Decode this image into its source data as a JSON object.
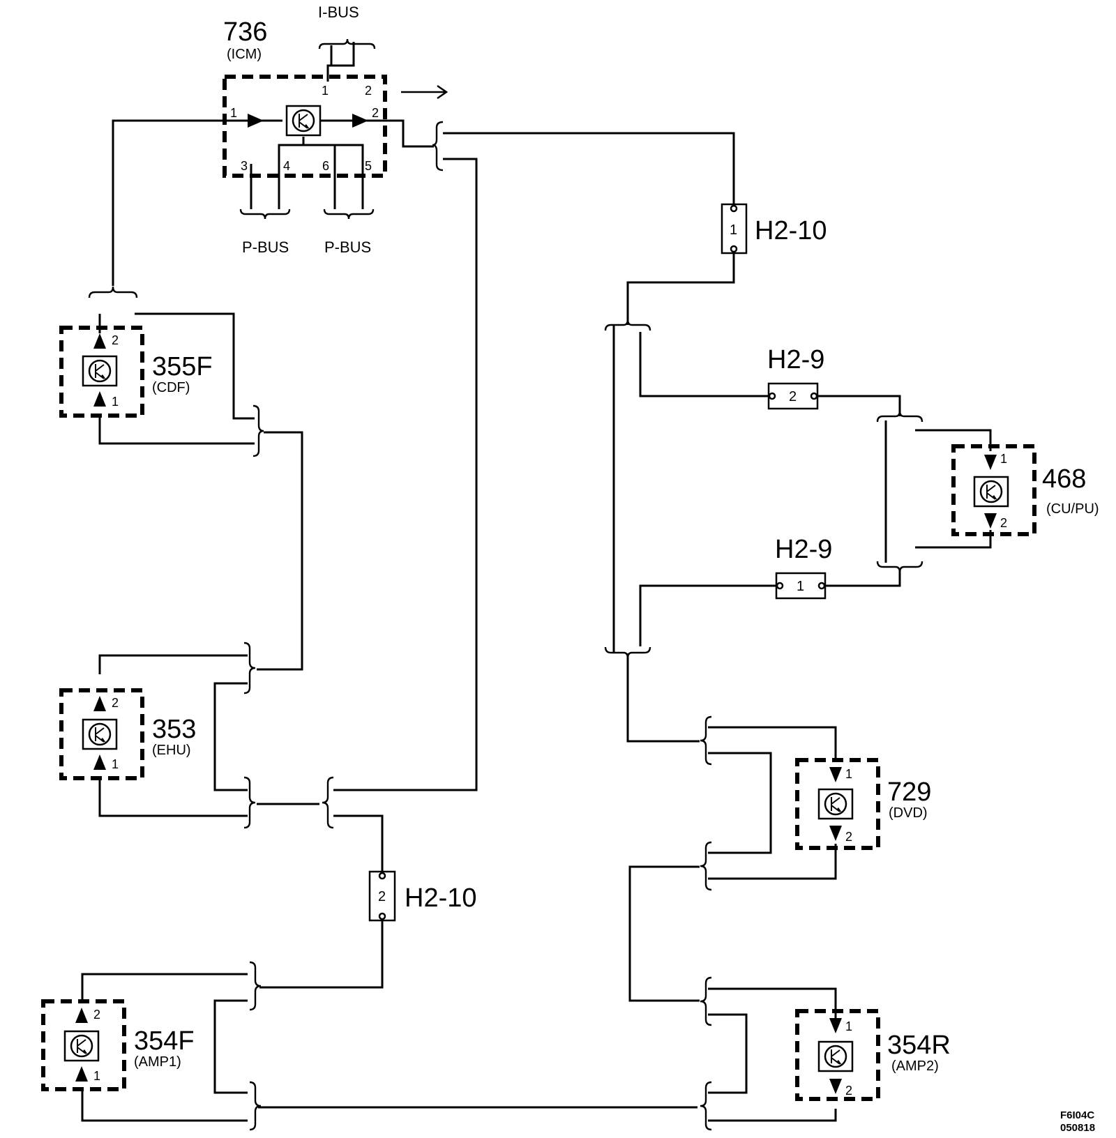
{
  "modules": [
    {
      "id": "736",
      "name": "(ICM)"
    },
    {
      "id": "355F",
      "name": "(CDF)"
    },
    {
      "id": "353",
      "name": "(EHU)"
    },
    {
      "id": "354F",
      "name": "(AMP1)"
    },
    {
      "id": "468",
      "name": "(CU/PU)"
    },
    {
      "id": "729",
      "name": "(DVD)"
    },
    {
      "id": "354R",
      "name": "(AMP2)"
    }
  ],
  "bus_labels": {
    "i_bus": "I-BUS",
    "p_bus_left": "P-BUS",
    "p_bus_right": "P-BUS"
  },
  "connectors": [
    {
      "label": "H2-10",
      "pin": "1"
    },
    {
      "label": "H2-9",
      "pin": "2"
    },
    {
      "label": "H2-9",
      "pin": "1"
    },
    {
      "label": "H2-10",
      "pin": "2"
    }
  ],
  "pins": {
    "icm": [
      "1",
      "2",
      "1",
      "2",
      "3",
      "4",
      "6",
      "5"
    ],
    "cdf": [
      "2",
      "1"
    ],
    "ehu": [
      "2",
      "1"
    ],
    "amp1": [
      "2",
      "1"
    ],
    "cupu": [
      "1",
      "2"
    ],
    "dvd": [
      "1",
      "2"
    ],
    "amp2": [
      "1",
      "2"
    ]
  },
  "figure_code": {
    "line1": "F6I04C",
    "line2": "050818"
  }
}
